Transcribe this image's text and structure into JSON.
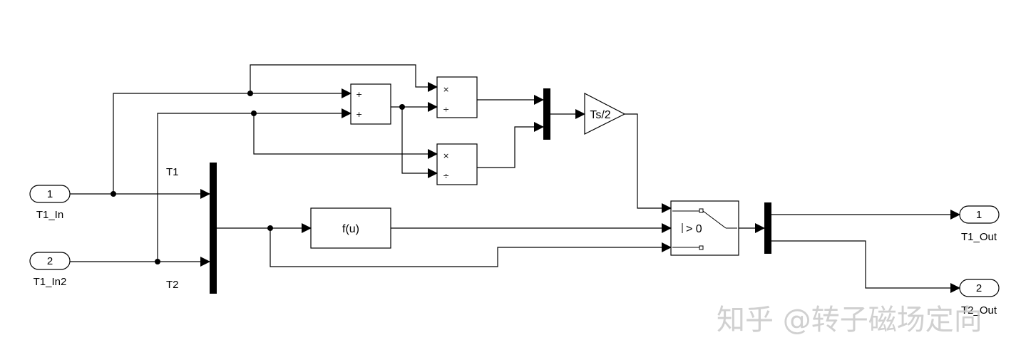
{
  "inports": [
    {
      "number": "1",
      "name": "T1_In"
    },
    {
      "number": "2",
      "name": "T1_In2"
    }
  ],
  "outports": [
    {
      "number": "1",
      "name": "T1_Out"
    },
    {
      "number": "2",
      "name": "T2_Out"
    }
  ],
  "mux_input_labels": {
    "top": "T1",
    "bottom": "T2"
  },
  "sum_block": {
    "signs": [
      "+",
      "+"
    ]
  },
  "product_blocks": {
    "multiply_symbol": "×",
    "divide_symbol": "÷"
  },
  "gain_block": {
    "label": "Ts/2"
  },
  "fcn_block": {
    "label": "f(u)"
  },
  "switch_block": {
    "criterion": "> 0"
  },
  "watermark": "知乎 @转子磁场定向"
}
